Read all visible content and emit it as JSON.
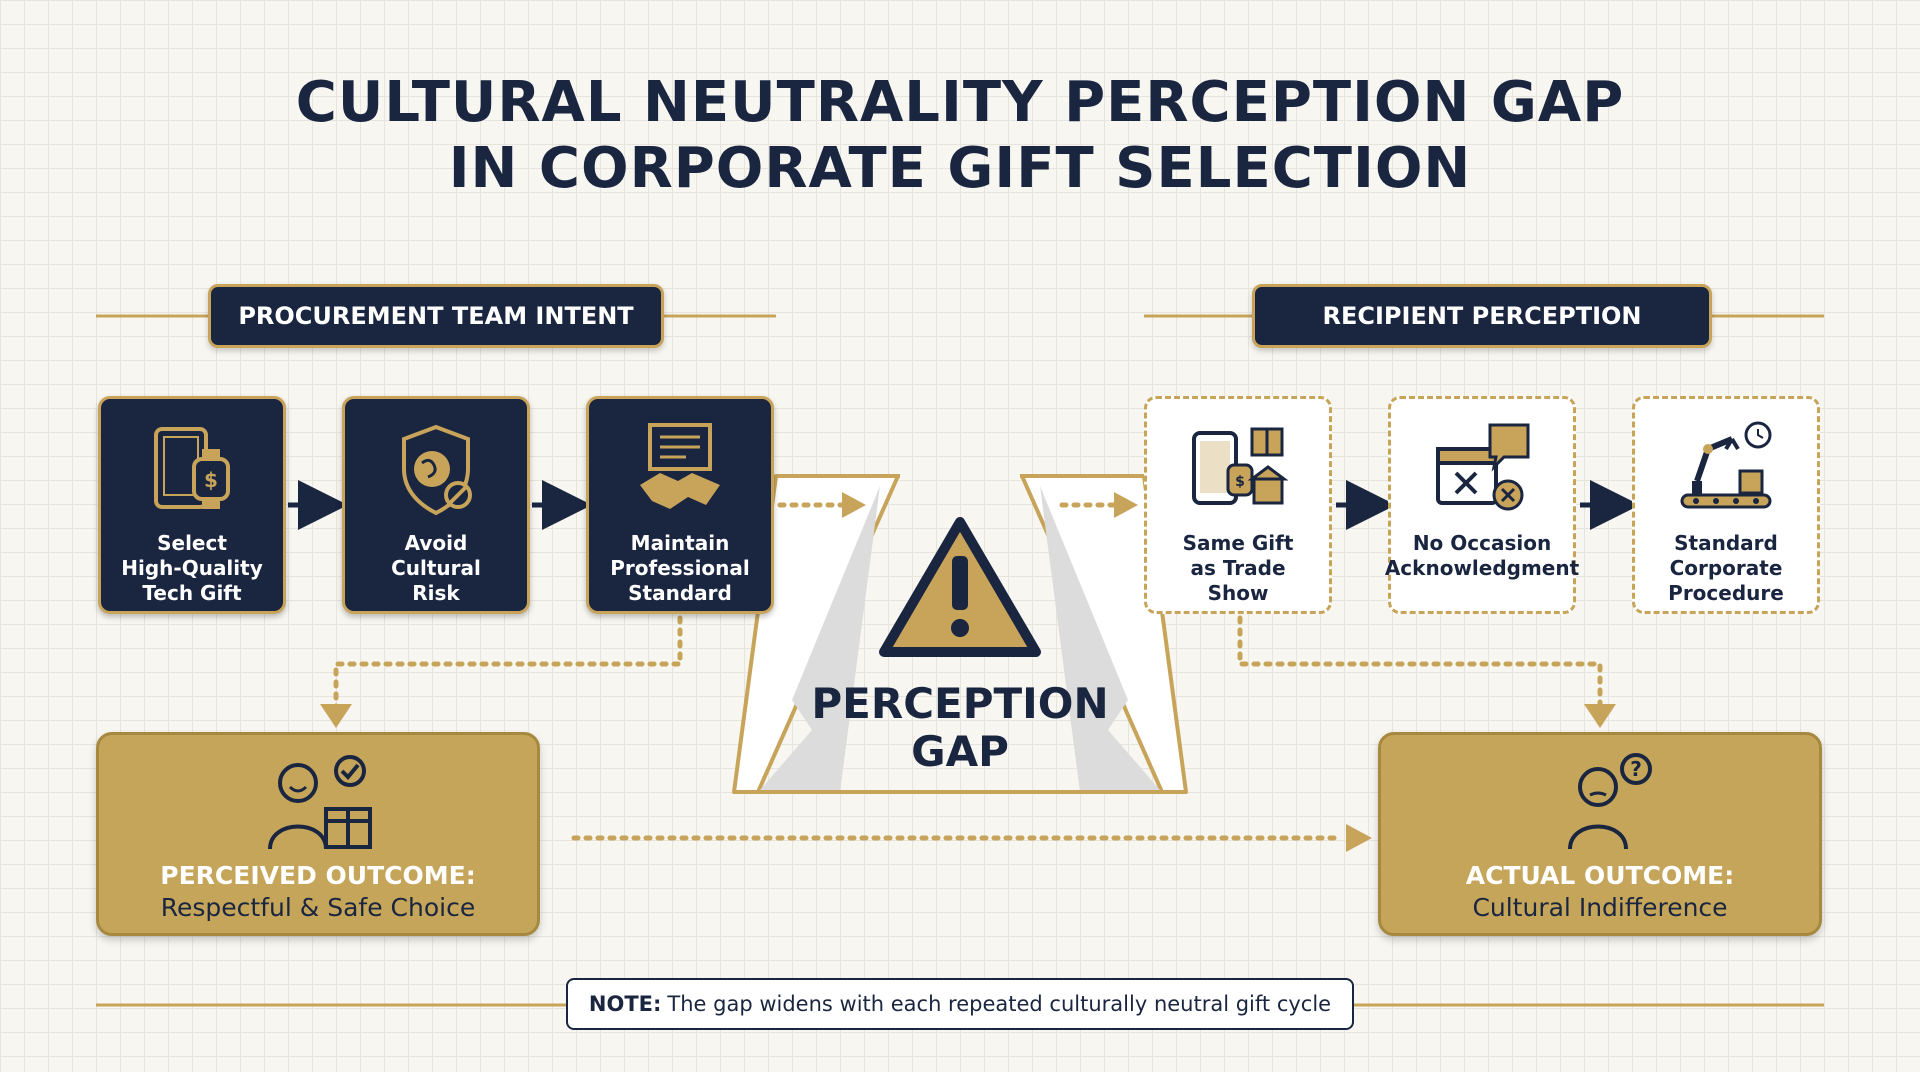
{
  "title": {
    "line1": "CULTURAL NEUTRALITY PERCEPTION GAP",
    "line2": "IN CORPORATE GIFT SELECTION"
  },
  "left": {
    "header": "PROCUREMENT TEAM INTENT",
    "steps": [
      {
        "label": "Select\nHigh-Quality\nTech Gift",
        "icon": "tablet-watch-dollar-icon"
      },
      {
        "label": "Avoid\nCultural\nRisk",
        "icon": "shield-globe-icon"
      },
      {
        "label": "Maintain\nProfessional\nStandard",
        "icon": "handshake-certificate-icon"
      }
    ],
    "outcome": {
      "heading": "PERCEIVED OUTCOME:",
      "text": "Respectful & Safe Choice",
      "icon": "happy-person-gift-check-icon"
    }
  },
  "right": {
    "header": "RECIPIENT PERCEPTION",
    "steps": [
      {
        "label": "Same Gift\nas Trade\nShow",
        "icon": "tablet-gift-booth-icon"
      },
      {
        "label": "No Occasion\nAcknowledgment",
        "icon": "calendar-x-chat-icon"
      },
      {
        "label": "Standard\nCorporate\nProcedure",
        "icon": "robot-arm-conveyor-icon"
      }
    ],
    "outcome": {
      "heading": "ACTUAL OUTCOME:",
      "text": "Cultural Indifference",
      "icon": "confused-person-question-icon"
    }
  },
  "gap": {
    "line1": "PERCEPTION",
    "line2": "GAP",
    "icon": "warning-triangle-icon"
  },
  "note": {
    "label": "NOTE:",
    "text": "The gap widens with each repeated culturally neutral gift cycle"
  },
  "colors": {
    "navy": "#1a2540",
    "gold": "#c7a45a",
    "outcome_fill": "#c4a55a",
    "background": "#f7f6f1"
  }
}
